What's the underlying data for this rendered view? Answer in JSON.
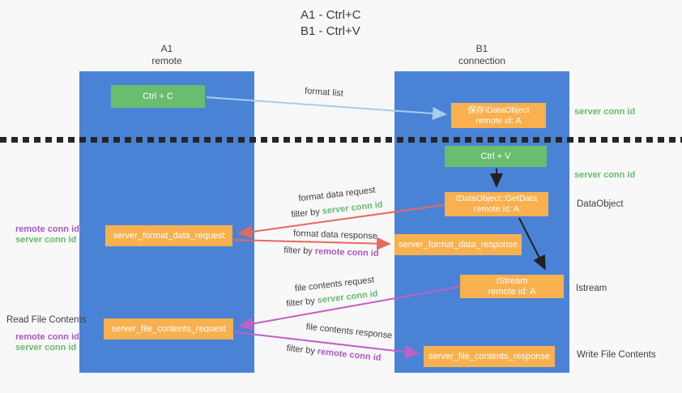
{
  "title": {
    "line1": "A1 - Ctrl+C",
    "line2": "B1 - Ctrl+V"
  },
  "lifelines": {
    "left": {
      "name": "A1",
      "role": "remote"
    },
    "right": {
      "name": "B1",
      "role": "connection"
    }
  },
  "nodes": {
    "ctrl_c": "Ctrl + C",
    "ctrl_v": "Ctrl + V",
    "save_dataobject": {
      "title": "保存IDataObject",
      "subtitle": "remote id: A"
    },
    "getdata": {
      "title": "IDataObject::GetData",
      "subtitle": "remote id: A"
    },
    "istream": {
      "title": "IStream",
      "subtitle": "remote id: A"
    },
    "format_request": "server_format_data_request",
    "format_response": "server_format_data_response",
    "file_request": "server_file_contents_request",
    "file_response": "server_file_contents_response"
  },
  "arrows": {
    "format_list": "format list",
    "format_data_request": "format data request",
    "format_data_response": "format data response",
    "file_contents_request": "file contents request",
    "file_contents_response": "file contents response",
    "filter_by": "filter by",
    "server_conn_id": "server conn id",
    "remote_conn_id": "remote conn id"
  },
  "side_labels": {
    "server_conn_id_top": "server conn id",
    "server_conn_id_mid": "server conn id",
    "dataobject": "DataObject",
    "istream": "Istream",
    "write_file_contents": "Write File Contents",
    "read_file_contents": "Read File Contents",
    "remote_conn_id": "remote conn id",
    "server_conn_id": "server conn id"
  },
  "colors": {
    "lifeline_blue": "#4a83d6",
    "node_green": "#6abd6e",
    "node_orange": "#f9b04e",
    "arrow_red": "#e8685e",
    "arrow_magenta": "#c25fc4",
    "arrow_lightblue": "#a5cdec",
    "arrow_black": "#212121",
    "text_green": "#67bb6b",
    "text_purple": "#ab57c9",
    "text_dark": "#3f3f3f",
    "background": "#f8f8f8"
  }
}
